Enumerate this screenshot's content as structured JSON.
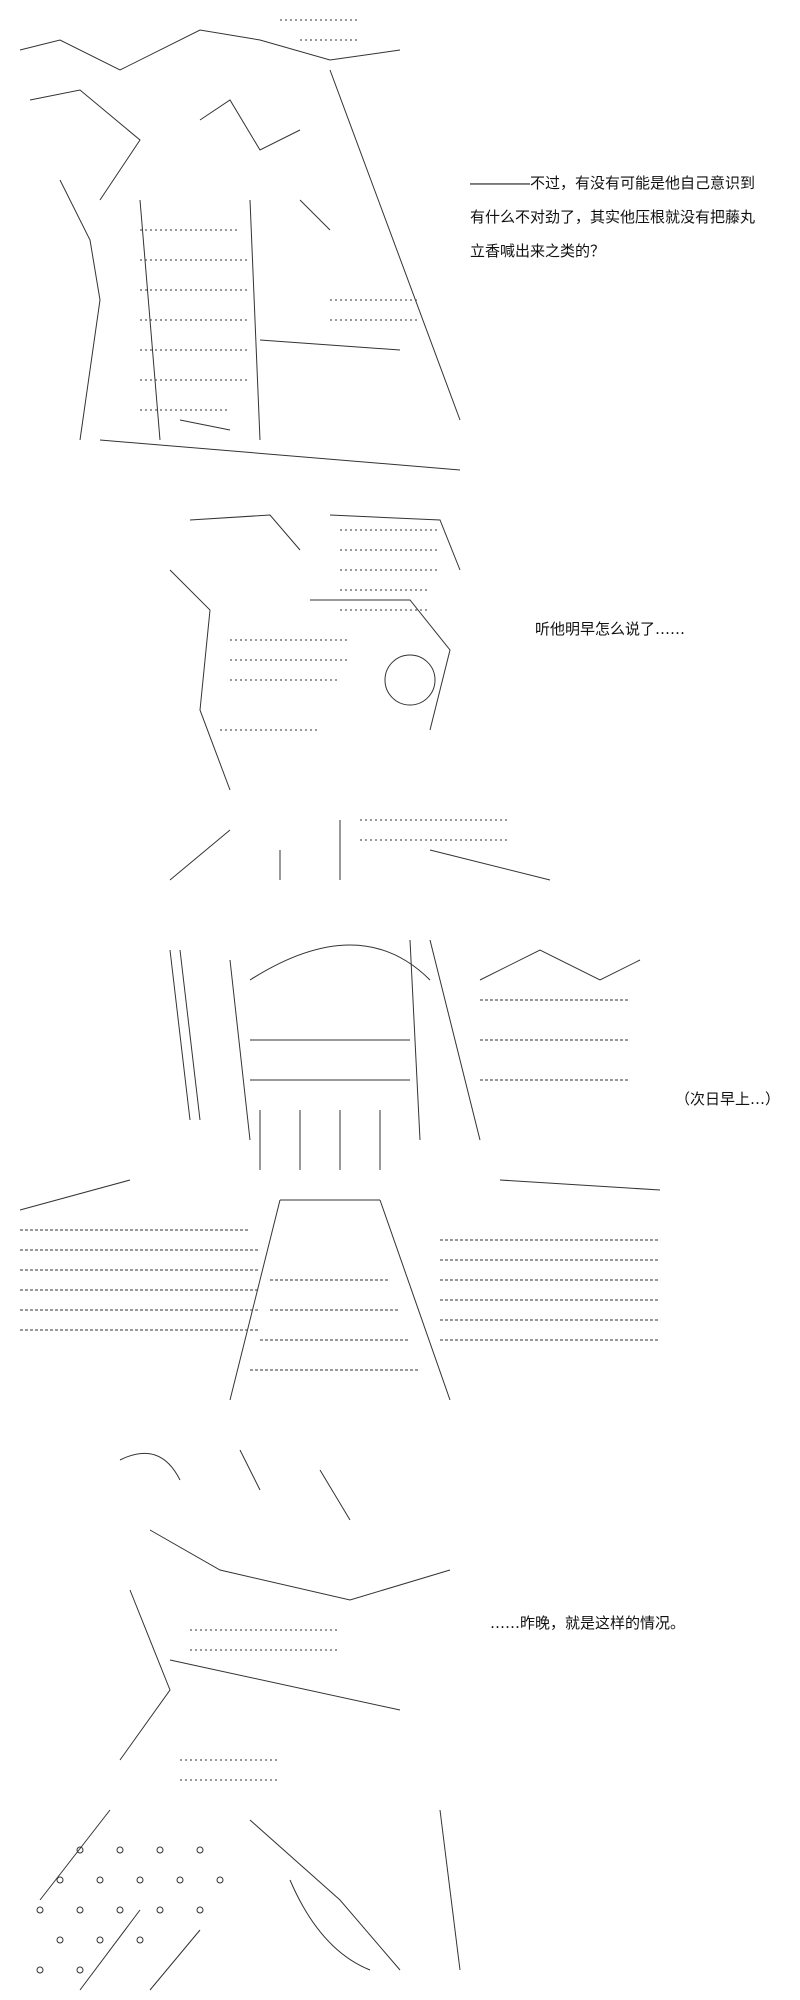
{
  "panels": [
    {
      "caption_lines": [
        "――――不过，有没有可能是他自己意识到",
        "有什么不对劲了，其实他压根就没有把藤丸",
        "立香喊出来之类的？"
      ]
    },
    {
      "caption_lines": [
        "听他明早怎么说了……"
      ]
    },
    {
      "caption_lines": [
        "（次日早上…）"
      ]
    },
    {
      "caption_lines": [
        "……昨晚，就是这样的情况。"
      ]
    }
  ]
}
